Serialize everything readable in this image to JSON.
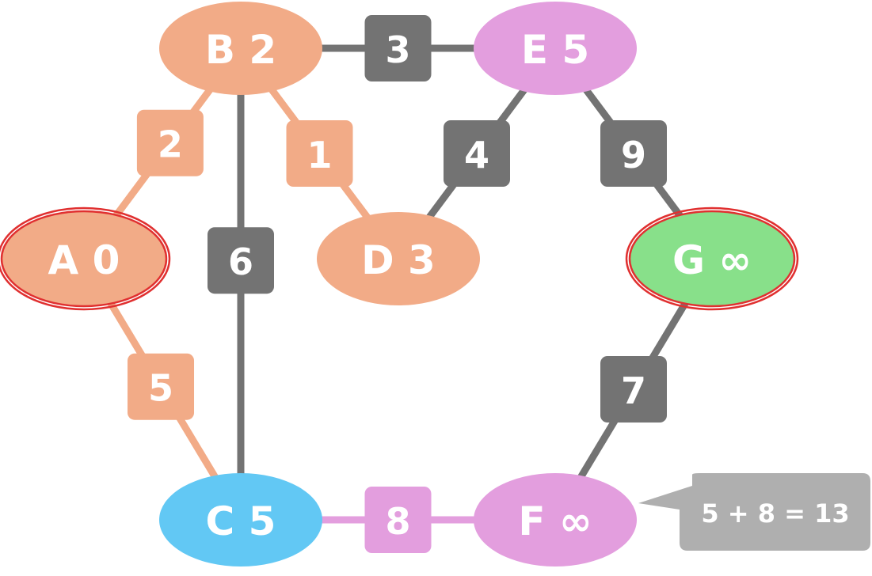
{
  "colors": {
    "visited": "#f2ab87",
    "frontier": "#e39ede",
    "current": "#62c8f4",
    "target": "#88e08a",
    "unvisited_edge": "#737373",
    "callout": "#afafaf",
    "highlight_ring": "#e03030"
  },
  "nodes": [
    {
      "id": "A",
      "label": "A 0",
      "state": "visited",
      "highlighted": true
    },
    {
      "id": "B",
      "label": "B 2",
      "state": "visited",
      "highlighted": false
    },
    {
      "id": "C",
      "label": "C 5",
      "state": "current",
      "highlighted": false
    },
    {
      "id": "D",
      "label": "D 3",
      "state": "visited",
      "highlighted": false
    },
    {
      "id": "E",
      "label": "E 5",
      "state": "frontier",
      "highlighted": false
    },
    {
      "id": "F",
      "label": "F ∞",
      "state": "frontier",
      "highlighted": false
    },
    {
      "id": "G",
      "label": "G ∞",
      "state": "target",
      "highlighted": true
    }
  ],
  "edges": [
    {
      "from": "A",
      "to": "B",
      "weight": "2",
      "state": "visited"
    },
    {
      "from": "A",
      "to": "C",
      "weight": "5",
      "state": "visited"
    },
    {
      "from": "B",
      "to": "C",
      "weight": "6",
      "state": "unvisited"
    },
    {
      "from": "B",
      "to": "D",
      "weight": "1",
      "state": "visited"
    },
    {
      "from": "B",
      "to": "E",
      "weight": "3",
      "state": "unvisited"
    },
    {
      "from": "D",
      "to": "E",
      "weight": "4",
      "state": "unvisited"
    },
    {
      "from": "E",
      "to": "G",
      "weight": "9",
      "state": "unvisited"
    },
    {
      "from": "C",
      "to": "F",
      "weight": "8",
      "state": "frontier"
    },
    {
      "from": "F",
      "to": "G",
      "weight": "7",
      "state": "unvisited"
    }
  ],
  "callout": {
    "text": "5 + 8 = 13",
    "attached_to": "F"
  }
}
